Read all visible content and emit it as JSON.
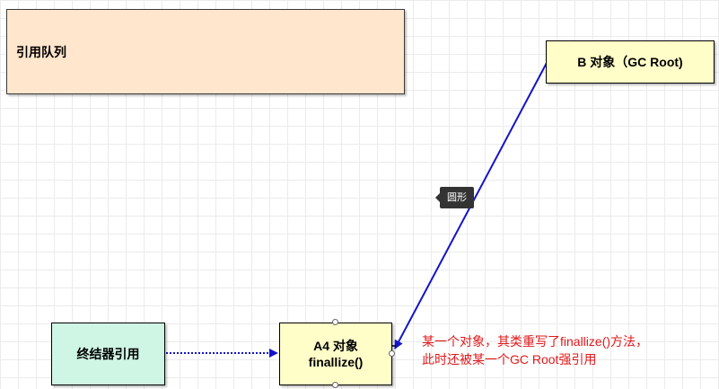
{
  "nodes": {
    "reference_queue": {
      "label": "引用队列",
      "fill": "#ffe6cc"
    },
    "b_object": {
      "label": "B 对象（GC Root)",
      "fill": "#fffdc8"
    },
    "finalizer_reference": {
      "label": "终结器引用",
      "fill": "#cff5e4"
    },
    "a4_object": {
      "line1": "A4 对象",
      "line2": "finallize()",
      "fill": "#fffdc8"
    }
  },
  "tooltip": {
    "text": "圆形"
  },
  "annotation": {
    "line1": "某一个对象，其类重写了finallize()方法，",
    "line2": "此时还被某一个GC Root强引用",
    "color": "#e0191b"
  },
  "edges": {
    "strong_reference_color": "#1414c8",
    "finalizer_link_color": "#1414c8"
  }
}
